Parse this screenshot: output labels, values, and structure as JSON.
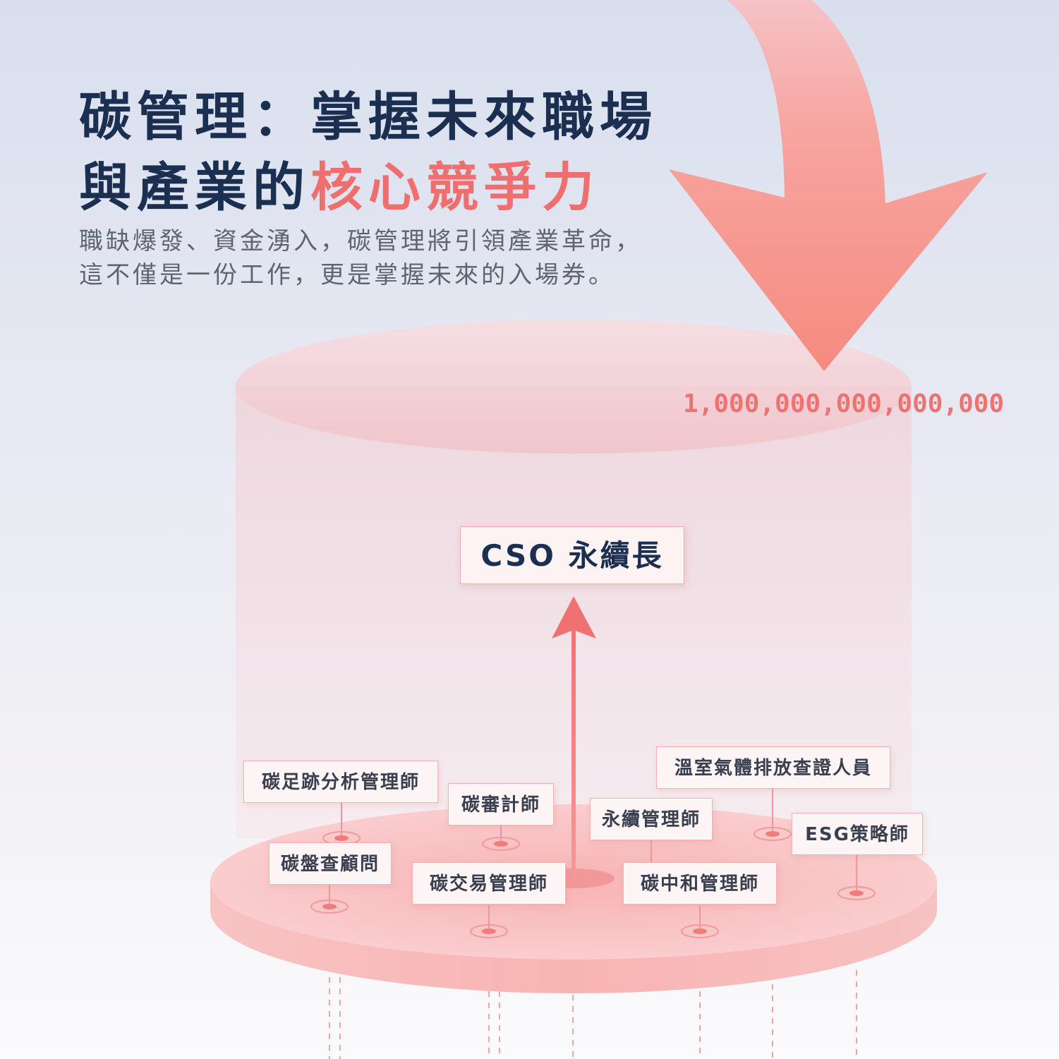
{
  "title": {
    "line1": "碳管理：掌握未來職場",
    "line2_prefix": "與產業的",
    "line2_accent": "核心競爭力"
  },
  "subtitle": {
    "line1": "職缺爆發、資金湧入，碳管理將引領產業革命，",
    "line2": "這不僅是一份工作，更是掌握未來的入場券。"
  },
  "big_number": "1,000,000,000,000,000",
  "top_role": "CSO 永續長",
  "roles": {
    "carbon_footprint": "碳足跡分析管理師",
    "carbon_auditor": "碳審計師",
    "sustainability_manager": "永續管理師",
    "ghg_verifier": "溫室氣體排放查證人員",
    "carbon_inventory": "碳盤查顧問",
    "carbon_trading": "碳交易管理師",
    "carbon_neutral": "碳中和管理師",
    "esg_strategist": "ESG策略師"
  },
  "colors": {
    "navy": "#1b2f50",
    "accent": "#ef6e6e",
    "coral": "#f7928a",
    "platform": "#f9c6c6"
  }
}
